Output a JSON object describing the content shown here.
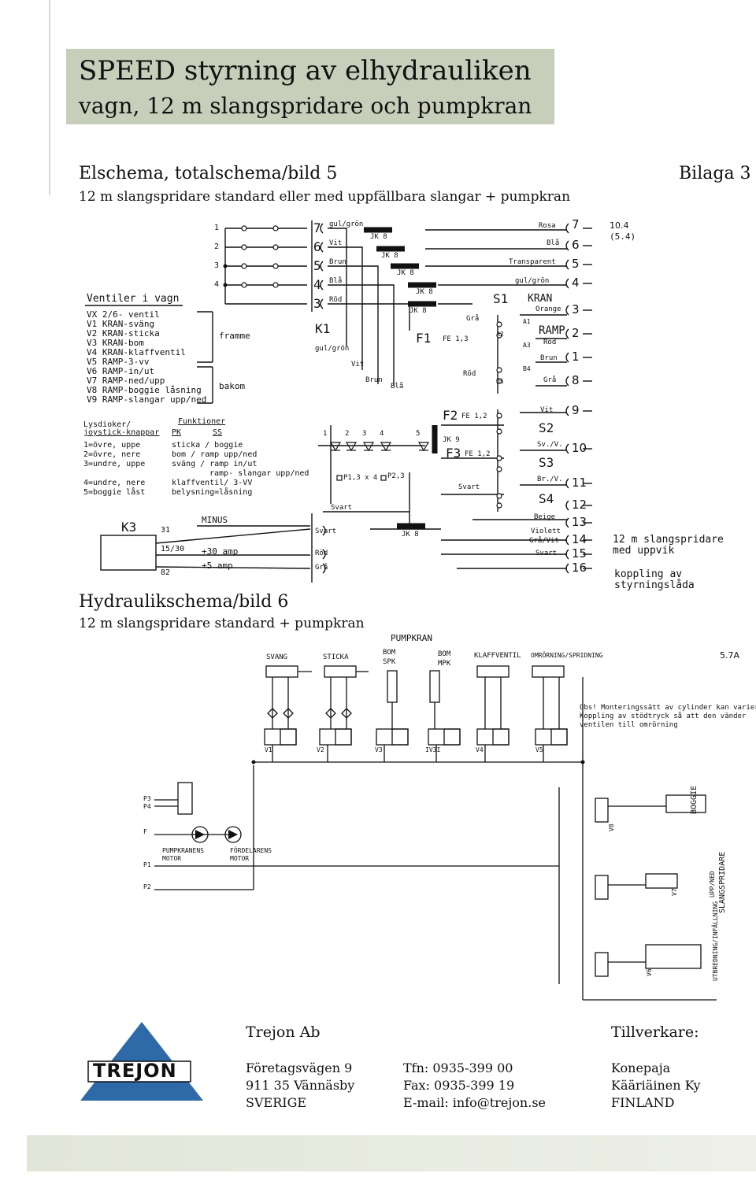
{
  "header": {
    "title": "SPEED styrning av elhydrauliken",
    "subtitle": "vagn, 12 m slangspridare och pumpkran"
  },
  "elschema": {
    "heading": "Elschema, totalschema/bild 5",
    "subheading": "12 m slangspridare standard eller med uppfällbara slangar + pumpkran",
    "bilaga": "Bilaga 3",
    "ventiler_title": "Ventiler i vagn",
    "ventiler": [
      "VX 2/6- ventil",
      "V1 KRAN-sväng",
      "V2 KRAN-sticka",
      "V3 KRAN-bom",
      "V4 KRAN-klaffventil",
      "V5 RAMP-3-vv",
      "V6 RAMP-in/ut",
      "V7 RAMP-ned/upp",
      "V8 RAMP-boggie låsning",
      "V9 RAMP-slangar upp/ned"
    ],
    "framme": "framme",
    "bakom": "bakom",
    "switch_numbers": [
      "1",
      "2",
      "3",
      "4"
    ],
    "lysdioder_title": "Lysdioker/",
    "joystick_title": "joystick-knappar",
    "funktioner_title": "Funktioner",
    "pk": "PK",
    "ss": "SS",
    "knappar": [
      "1=övre, uppe",
      "2=övre, nere",
      "3=undre, uppe",
      "4=undre, nere",
      "5=boggie låst"
    ],
    "funktioner": [
      "sticka / boggie",
      "bom / ramp upp/ned",
      "sväng / ramp in/ut",
      "ramp- slangar upp/ned",
      "klaffventil/ 3-VV",
      "belysning=låsning"
    ],
    "k3": "K3",
    "k3_pins": [
      "31",
      "15/30",
      "82"
    ],
    "minus": "MINUS",
    "plus30": "+30 amp",
    "plus5": "+5 amp",
    "k1": "K1",
    "left_terms": [
      "7",
      "6",
      "5",
      "4",
      "3"
    ],
    "left_wires": [
      "gul/grön",
      "Vit",
      "Brun",
      "Blå",
      "Röd"
    ],
    "k1_wire": "gul/grön",
    "vit": "Vit",
    "brun": "Brun",
    "bla": "Blå",
    "jk8": "JK 8",
    "jk9": "JK 9",
    "f1": "F1",
    "fe13": "FE 1,3",
    "f2": "F2",
    "fe12": "FE 1,2",
    "f3": "F3",
    "gra": "Grå",
    "rod": "Röd",
    "s1": "S1",
    "kran": "KRAN",
    "ramp": "RAMP",
    "s2": "S2",
    "s3": "S3",
    "s4": "S4",
    "s1_pins": [
      "A1",
      "A2",
      "A3",
      "B4",
      "B5"
    ],
    "diode_nums": [
      "1",
      "2",
      "3",
      "4",
      "5"
    ],
    "p13": "P1,3 x 4",
    "p23": "P2,3",
    "svart": "Svart",
    "bottom_wires": [
      "Svart",
      "Röd",
      "Grå"
    ],
    "right_wires": [
      "Rosa",
      "Blå",
      "Transparent",
      "gul/grön",
      "Orange",
      "Röd",
      "Brun",
      "Grå",
      "Vit",
      "Sv./V.",
      "Br./V.",
      "Beige",
      "Violett",
      "Grå/Vit",
      "Svart"
    ],
    "right_terms": [
      "7",
      "6",
      "5",
      "4",
      "3",
      "2",
      "1",
      "8",
      "9",
      "10",
      "11",
      "12",
      "13",
      "14",
      "15",
      "16"
    ],
    "ref": "10.4",
    "ref2": "(5.4)",
    "note1": "12 m slangspridare",
    "note2": "med uppvik",
    "note3": "koppling av",
    "note4": "styrningslåda"
  },
  "hydraulik": {
    "heading": "Hydraulikschema/bild 6",
    "subheading": "12 m slangspridare standard + pumpkran",
    "pumpkran": "PUMPKRAN",
    "sections": [
      "SVANG",
      "STICKA",
      "BOM",
      "SPK",
      "BOM",
      "MPK",
      "KLAFFVENTIL",
      "OMRÖRNING/SPRIDNING"
    ],
    "page_ref": "5.7A",
    "valves": [
      "V1",
      "V2",
      "V3",
      "IV3I",
      "V4",
      "V5"
    ],
    "obs": [
      "Obs! Monteringssätt av cylinder kan variera.",
      "Koppling av stödtryck så att den vänder",
      "ventilen till omrörning"
    ],
    "ports": [
      "P3",
      "P4",
      "F",
      "P1",
      "P2"
    ],
    "motors": [
      "PUMPKRANENS",
      "MOTOR",
      "FÖRDELARENS",
      "MOTOR"
    ],
    "right_labels": [
      "BOGGIE",
      "UPP/NED",
      "SLANGSPRIDARE",
      "UTBREDNING/INFÄLLNING"
    ],
    "right_valves": [
      "V8",
      "V7",
      "V6"
    ]
  },
  "footer": {
    "company": "Trejon Ab",
    "logo_text": "TREJON",
    "address": [
      "Företagsvägen 9",
      "911 35 Vännäsby",
      "SVERIGE"
    ],
    "contact": [
      "Tfn: 0935-399 00",
      "Fax: 0935-399 19",
      "E-mail: info@trejon.se"
    ],
    "tillverkare_label": "Tillverkare:",
    "tillverkare": [
      "Konepaja",
      "Kääriäinen Ky",
      "FINLAND"
    ]
  },
  "colors": {
    "title_band": "#c7ceba",
    "logo_blue": "#2e6aa8",
    "footer_band": "#e8ebe0"
  }
}
